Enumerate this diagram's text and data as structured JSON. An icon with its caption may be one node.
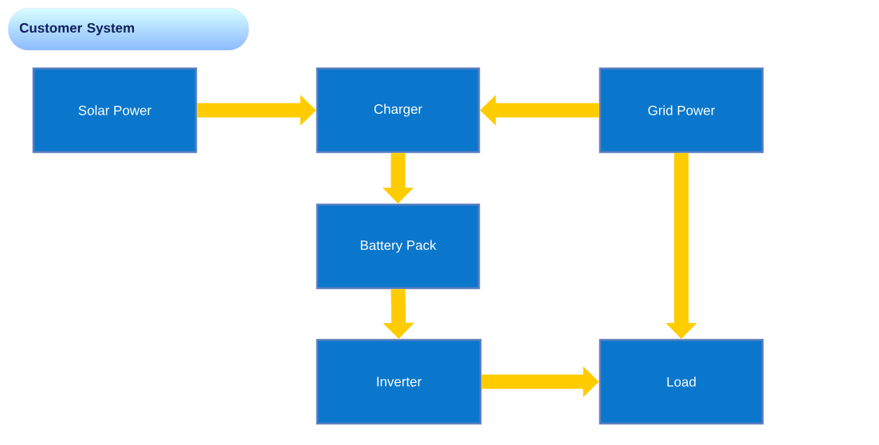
{
  "diagram": {
    "title": "Customer System",
    "nodes": [
      {
        "text": [
          "Solar Power"
        ]
      },
      {
        "text": [
          "Charger"
        ]
      },
      {
        "text": [
          "Grid Power"
        ]
      },
      {
        "text": [
          "Battery Pack"
        ]
      },
      {
        "text": [
          "Inverter"
        ]
      },
      {
        "text": [
          "Load"
        ]
      }
    ],
    "edges": [
      {
        "from": 0,
        "to": 1,
        "arrow": "to"
      },
      {
        "from": 2,
        "to": 1,
        "arrow": "to"
      },
      {
        "from": 1,
        "to": 3,
        "arrow": "to"
      },
      {
        "from": 3,
        "to": 4,
        "arrow": "to"
      },
      {
        "from": 4,
        "to": 5,
        "arrow": "to"
      },
      {
        "from": 2,
        "to": 5,
        "arrow": "to"
      }
    ]
  }
}
